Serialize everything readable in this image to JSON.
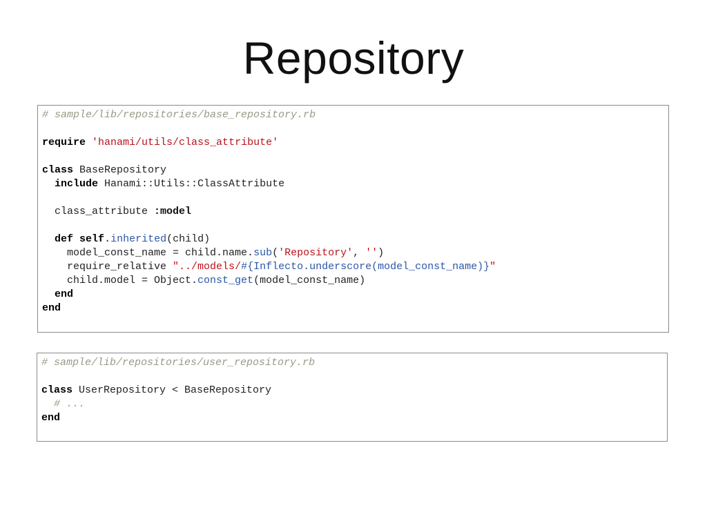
{
  "slide": {
    "title": "Repository"
  },
  "code_blocks": [
    {
      "lines": [
        [
          {
            "t": "comment",
            "v": "# sample/lib/repositories/base_repository.rb"
          }
        ],
        [],
        [
          {
            "t": "keyword",
            "v": "require"
          },
          {
            "t": "plain",
            "v": " "
          },
          {
            "t": "string",
            "v": "'hanami/utils/class_attribute'"
          }
        ],
        [],
        [
          {
            "t": "keyword",
            "v": "class"
          },
          {
            "t": "plain",
            "v": " BaseRepository"
          }
        ],
        [
          {
            "t": "plain",
            "v": "  "
          },
          {
            "t": "keyword",
            "v": "include"
          },
          {
            "t": "plain",
            "v": " Hanami::Utils::ClassAttribute"
          }
        ],
        [],
        [
          {
            "t": "plain",
            "v": "  class_attribute "
          },
          {
            "t": "symbol",
            "v": ":model"
          }
        ],
        [],
        [
          {
            "t": "plain",
            "v": "  "
          },
          {
            "t": "keyword",
            "v": "def"
          },
          {
            "t": "plain",
            "v": " "
          },
          {
            "t": "keyword",
            "v": "self"
          },
          {
            "t": "plain",
            "v": "."
          },
          {
            "t": "method",
            "v": "inherited"
          },
          {
            "t": "plain",
            "v": "(child)"
          }
        ],
        [
          {
            "t": "plain",
            "v": "    model_const_name = child.name."
          },
          {
            "t": "method",
            "v": "sub"
          },
          {
            "t": "plain",
            "v": "("
          },
          {
            "t": "string",
            "v": "'Repository'"
          },
          {
            "t": "plain",
            "v": ", "
          },
          {
            "t": "string",
            "v": "''"
          },
          {
            "t": "plain",
            "v": ")"
          }
        ],
        [
          {
            "t": "plain",
            "v": "    require_relative "
          },
          {
            "t": "string",
            "v": "\"../models/"
          },
          {
            "t": "method",
            "v": "#{Inflecto.underscore(model_const_name)}"
          },
          {
            "t": "string",
            "v": "\""
          }
        ],
        [
          {
            "t": "plain",
            "v": "    child.model = Object."
          },
          {
            "t": "method",
            "v": "const_get"
          },
          {
            "t": "plain",
            "v": "(model_const_name)"
          }
        ],
        [
          {
            "t": "plain",
            "v": "  "
          },
          {
            "t": "keyword",
            "v": "end"
          }
        ],
        [
          {
            "t": "keyword",
            "v": "end"
          }
        ]
      ]
    },
    {
      "lines": [
        [
          {
            "t": "comment",
            "v": "# sample/lib/repositories/user_repository.rb"
          }
        ],
        [],
        [
          {
            "t": "keyword",
            "v": "class"
          },
          {
            "t": "plain",
            "v": " UserRepository < BaseRepository"
          }
        ],
        [
          {
            "t": "plain",
            "v": "  "
          },
          {
            "t": "comment",
            "v": "# ..."
          }
        ],
        [
          {
            "t": "keyword",
            "v": "end"
          }
        ]
      ]
    }
  ],
  "colors": {
    "comment": "#999988",
    "keyword": "#000000",
    "string": "#b9131b",
    "method": "#2b56a6",
    "border": "#8a8a8a"
  }
}
